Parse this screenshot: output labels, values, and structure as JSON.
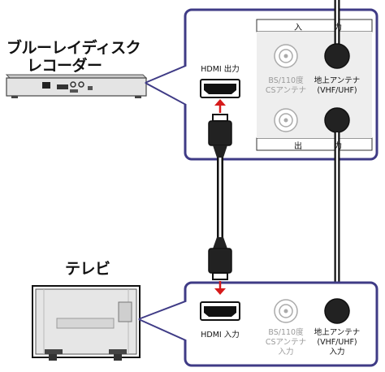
{
  "recorder": {
    "name_line1": "ブルーレイディスク",
    "name_line2": "レコーダー",
    "panel": {
      "input_band_label": "入 力",
      "output_band_label": "出 力",
      "hdmi_label": "HDMI 出力",
      "bs_label_line1": "BS/110度",
      "bs_label_line2": "CSアンテナ",
      "antenna_label_line1": "地上アンテナ",
      "antenna_label_line2": "(VHF/UHF)"
    }
  },
  "tv": {
    "name": "テレビ",
    "panel": {
      "hdmi_label": "HDMI 入力",
      "bs_label_line1": "BS/110度",
      "bs_label_line2": "CSアンテナ",
      "bs_label_line3": "入力",
      "antenna_label_line1": "地上アンテナ",
      "antenna_label_line2": "(VHF/UHF)",
      "antenna_label_line3": "入力"
    }
  },
  "colors": {
    "panel_border": "#3f3b86",
    "arrow_red": "#d61a1a",
    "cable": "#111111"
  }
}
